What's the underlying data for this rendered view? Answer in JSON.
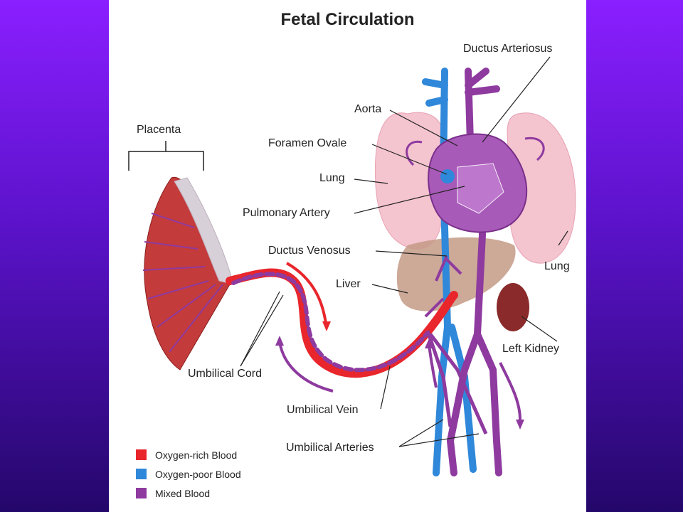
{
  "title": "Fetal Circulation",
  "labels": {
    "ductus_arteriosus": "Ductus Arteriosus",
    "aorta": "Aorta",
    "foramen_ovale": "Foramen Ovale",
    "lung_left_label": "Lung",
    "lung_right_label": "Lung",
    "pulmonary_artery": "Pulmonary Artery",
    "ductus_venosus": "Ductus Venosus",
    "liver": "Liver",
    "placenta": "Placenta",
    "left_kidney": "Left Kidney",
    "umbilical_cord": "Umbilical Cord",
    "umbilical_vein": "Umbilical Vein",
    "umbilical_arteries": "Umbilical Arteries"
  },
  "legend": [
    {
      "label": "Oxygen-rich Blood",
      "color": "#e8262c"
    },
    {
      "label": "Oxygen-poor Blood",
      "color": "#2f88d9"
    },
    {
      "label": "Mixed Blood",
      "color": "#8e3a9f"
    }
  ],
  "colors": {
    "oxygen_rich": "#e8262c",
    "oxygen_poor": "#2f88d9",
    "mixed": "#8e3a9f",
    "lung": "#f4c4cf",
    "liver": "#c49a86",
    "kidney": "#8a2a2a",
    "background_top": "#8a1fff",
    "background_bottom": "#24076a"
  }
}
